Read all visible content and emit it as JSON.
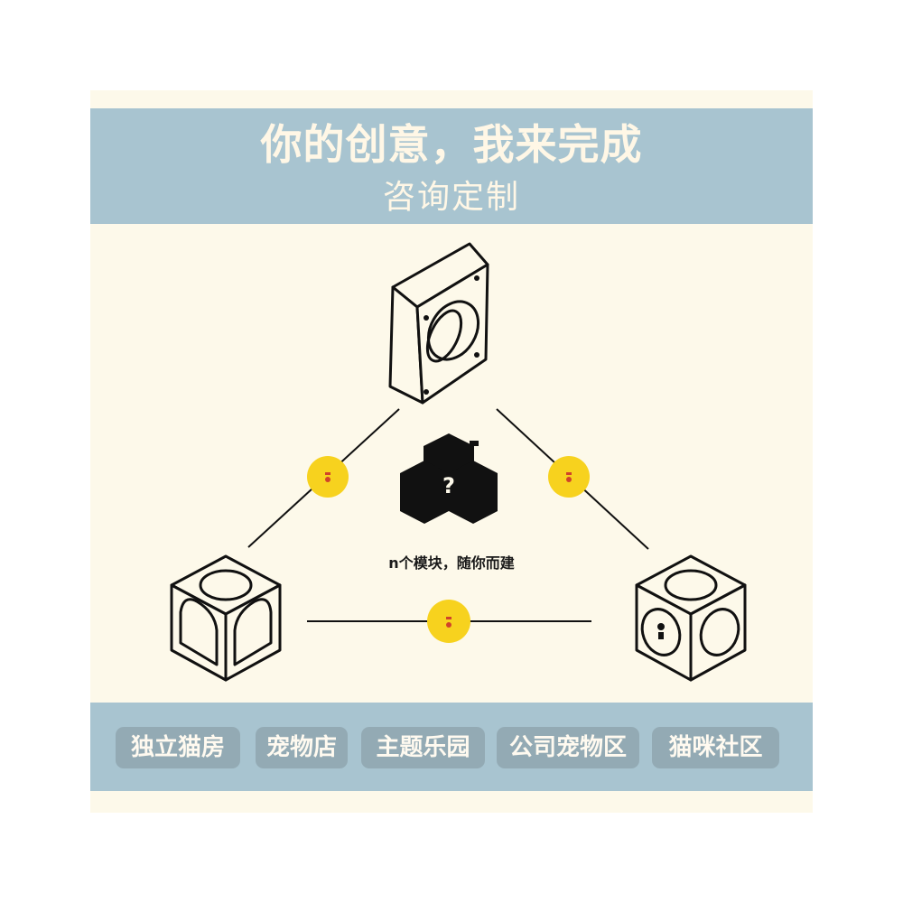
{
  "header": {
    "title": "你的创意，我来完成",
    "subtitle": "咨询定制"
  },
  "diagram": {
    "center_label": "n个模块，随你而建",
    "center_symbol": "?"
  },
  "tags": [
    {
      "label": "独立猫房"
    },
    {
      "label": "宠物店"
    },
    {
      "label": "主题乐园"
    },
    {
      "label": "公司宠物区"
    },
    {
      "label": "猫咪社区"
    }
  ],
  "colors": {
    "background": "#fdf9ea",
    "band": "#a8c4d0",
    "tag": "#93aab4",
    "connector": "#f7d21e",
    "connector_mark": "#d0432a",
    "ink": "#111111"
  }
}
